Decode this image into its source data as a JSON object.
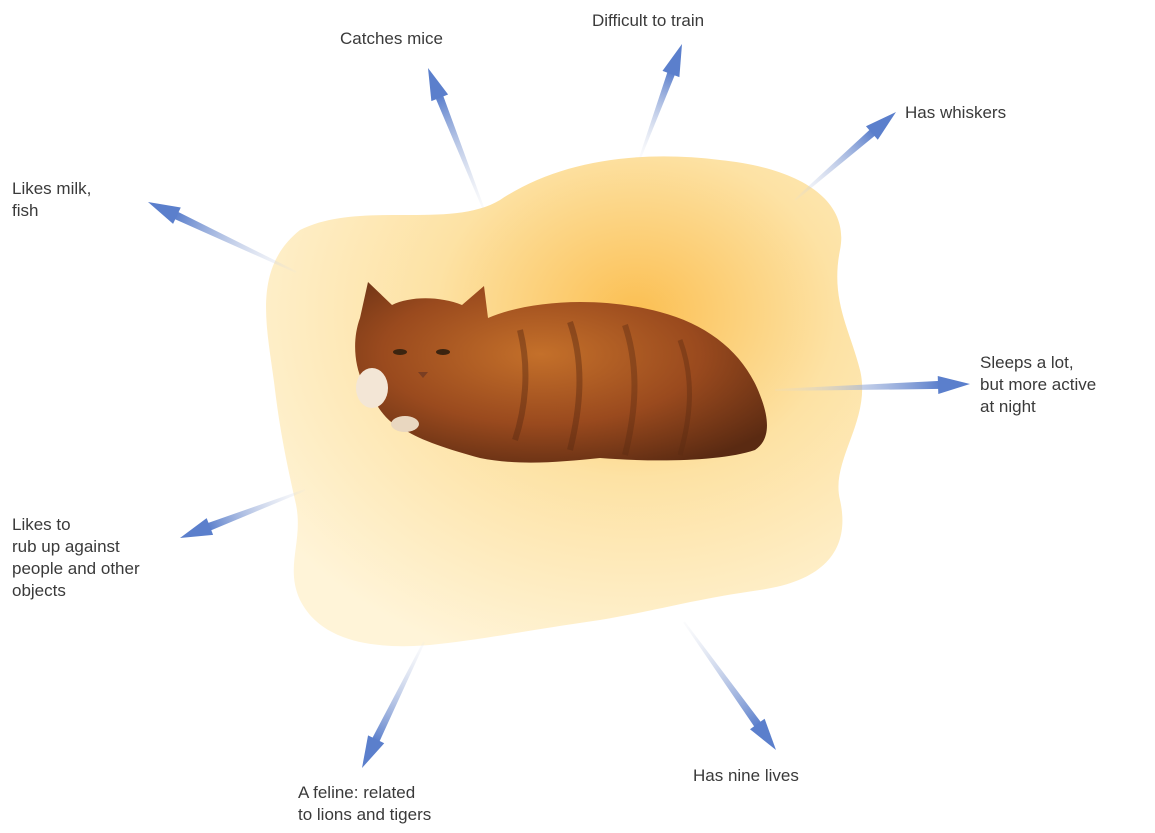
{
  "diagram": {
    "subject": "cat",
    "colors": {
      "blob_center": "#fbbf52",
      "blob_mid": "#fde2a4",
      "blob_edge": "#fff4d8",
      "arrow_head": "#5b7fcc",
      "arrow_fade": "#d9dde8",
      "text": "#3a3a3a"
    },
    "labels": {
      "catches_mice": [
        "Catches mice"
      ],
      "difficult_to_train": [
        "Difficult to train"
      ],
      "has_whiskers": [
        "Has whiskers"
      ],
      "likes_milk_fish": [
        "Likes milk,",
        "fish"
      ],
      "sleeps_a_lot": [
        "Sleeps a lot,",
        "but more active",
        "at night"
      ],
      "likes_to_rub": [
        "Likes to",
        "rub up against",
        "people and other",
        "objects"
      ],
      "feline": [
        "A feline: related",
        "to lions and tigers"
      ],
      "nine_lives": [
        "Has nine lives"
      ]
    }
  }
}
